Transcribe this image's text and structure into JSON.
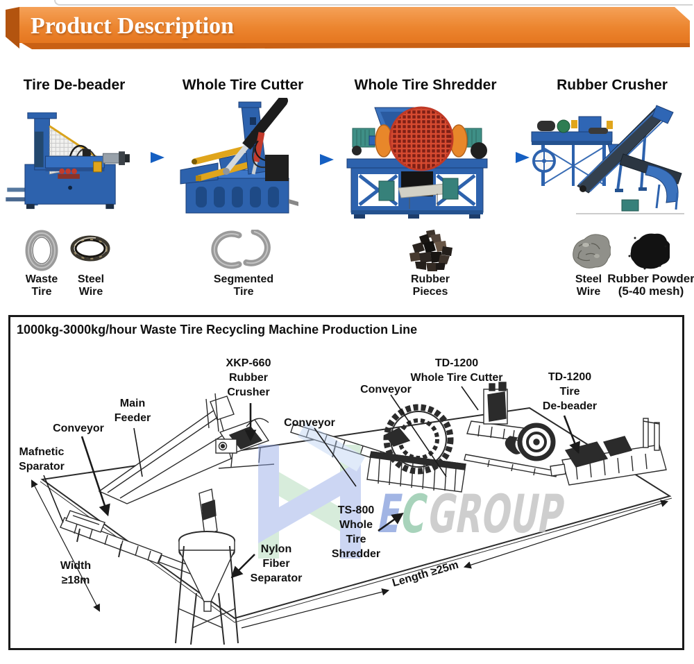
{
  "header": {
    "title": "Product Description"
  },
  "colors": {
    "banner_orange": "#e87a24",
    "arrow_blue": "#155fc2"
  },
  "machine_row": {
    "titles": [
      "Tire De-beader",
      "Whole Tire Cutter",
      "Whole Tire Shredder",
      "Rubber Crusher"
    ]
  },
  "products": {
    "waste_tire": {
      "l1": "Waste",
      "l2": "Tire"
    },
    "steel_wire_1": {
      "l1": "Steel",
      "l2": "Wire"
    },
    "segmented_tire": {
      "l1": "Segmented",
      "l2": "Tire"
    },
    "rubber_pieces": {
      "l1": "Rubber",
      "l2": "Pieces"
    },
    "steel_wire_2": {
      "l1": "Steel",
      "l2": "Wire"
    },
    "rubber_powder": {
      "l1": "Rubber Powder",
      "l2": "(5-40 mesh)"
    }
  },
  "diagram": {
    "title": "1000kg-3000kg/hour Waste Tire Recycling Machine Production Line",
    "labels": {
      "rubber_crusher": {
        "l1": "XKP-660",
        "l2": "Rubber",
        "l3": "Crusher"
      },
      "tire_cutter": {
        "l1": "TD-1200",
        "l2": "Whole Tire Cutter"
      },
      "de_beader": {
        "l1": "TD-1200",
        "l2": "Tire",
        "l3": "De-beader"
      },
      "main_feeder": {
        "l1": "Main",
        "l2": "Feeder"
      },
      "conveyor_left": "Conveyor",
      "conveyor_center": "Conveyor",
      "conveyor_right": "Conveyor",
      "magnetic_separator": {
        "l1": "Mafnetic",
        "l2": "Sparator"
      },
      "shredder": {
        "l1": "TS-800",
        "l2": "Whole",
        "l3": "Tire",
        "l4": "Shredder"
      },
      "nylon_separator": {
        "l1": "Nylon",
        "l2": "Fiber",
        "l3": "Separator"
      },
      "width": {
        "l1": "Width",
        "l2": "≥18m"
      },
      "length": "Length ≥25m"
    },
    "watermark": {
      "e": "E",
      "c": "C",
      "group": "GROUP"
    }
  }
}
